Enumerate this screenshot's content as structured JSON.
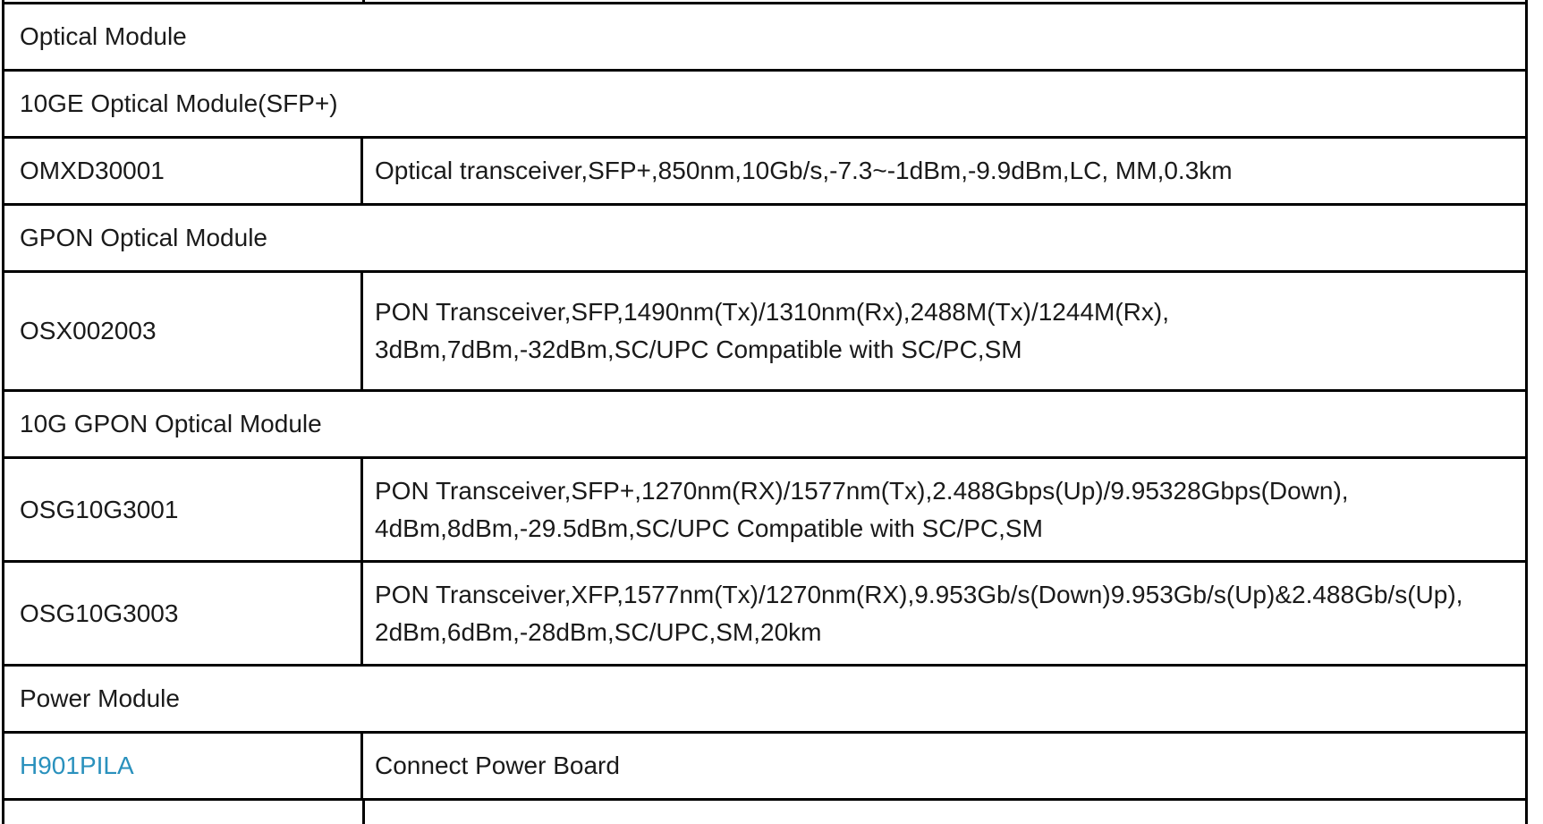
{
  "link_color": "#2a91bd",
  "table": {
    "rows": [
      {
        "type": "section",
        "label": "Optical Module"
      },
      {
        "type": "section",
        "label": "10GE Optical Module(SFP+)"
      },
      {
        "type": "item",
        "model": "OMXD30001",
        "lines": [
          "Optical transceiver,SFP+,850nm,10Gb/s,-7.3~-1dBm,-9.9dBm,LC, MM,0.3km"
        ]
      },
      {
        "type": "section",
        "label": "GPON Optical Module"
      },
      {
        "type": "item",
        "model": "OSX002003",
        "lines": [
          "PON Transceiver,SFP,1490nm(Tx)/1310nm(Rx),2488M(Tx)/1244M(Rx),",
          "3dBm,7dBm,-32dBm,SC/UPC Compatible with SC/PC,SM"
        ]
      },
      {
        "type": "section",
        "label": "10G GPON Optical Module"
      },
      {
        "type": "item",
        "model": "OSG10G3001",
        "lines": [
          "PON Transceiver,SFP+,1270nm(RX)/1577nm(Tx),2.488Gbps(Up)/9.95328Gbps(Down),",
          "4dBm,8dBm,-29.5dBm,SC/UPC Compatible with SC/PC,SM"
        ]
      },
      {
        "type": "item",
        "model": "OSG10G3003",
        "lines": [
          "PON Transceiver,XFP,1577nm(Tx)/1270nm(RX),9.953Gb/s(Down)9.953Gb/s(Up)&2.488Gb/s(Up),",
          "2dBm,6dBm,-28dBm,SC/UPC,SM,20km"
        ]
      },
      {
        "type": "section",
        "label": "Power Module"
      },
      {
        "type": "item",
        "model": "H901PILA",
        "model_is_link": true,
        "lines": [
          "Connect Power Board"
        ]
      }
    ]
  }
}
